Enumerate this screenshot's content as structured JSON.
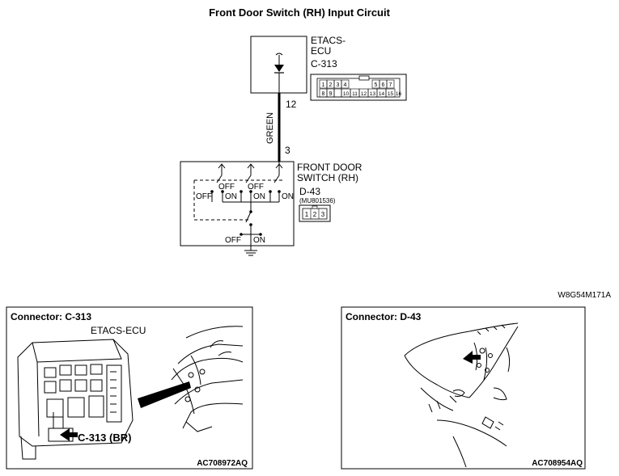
{
  "title": "Front Door Switch (RH) Input Circuit",
  "ecu": {
    "name_line1": "ETACS-",
    "name_line2": "ECU",
    "connector": "C-313",
    "pins_top": [
      "1",
      "2",
      "3",
      "4",
      "5",
      "6",
      "7"
    ],
    "pins_bottom": [
      "8",
      "9",
      "10",
      "11",
      "12",
      "13",
      "14",
      "15",
      "16"
    ]
  },
  "wire": {
    "color_label": "GREEN",
    "ecu_pin": "12",
    "switch_pin": "3"
  },
  "switch": {
    "name_line1": "FRONT DOOR",
    "name_line2": "SWITCH (RH)",
    "connector": "D-43",
    "part_number": "(MU801536)",
    "pins": [
      "1",
      "2",
      "3"
    ],
    "labels": {
      "off1": "OFF",
      "off2": "OFF",
      "off3": "OFF",
      "off4": "OFF",
      "on1": "ON",
      "on2": "ON",
      "on3": "ON",
      "on4": "ON"
    }
  },
  "diagram_code": "W8G54M171A",
  "panel_left": {
    "heading": "Connector: C-313",
    "component": "ETACS-ECU",
    "callout": "C-313 (BR)",
    "code": "AC708972AQ"
  },
  "panel_right": {
    "heading": "Connector: D-43",
    "code": "AC708954AQ"
  }
}
